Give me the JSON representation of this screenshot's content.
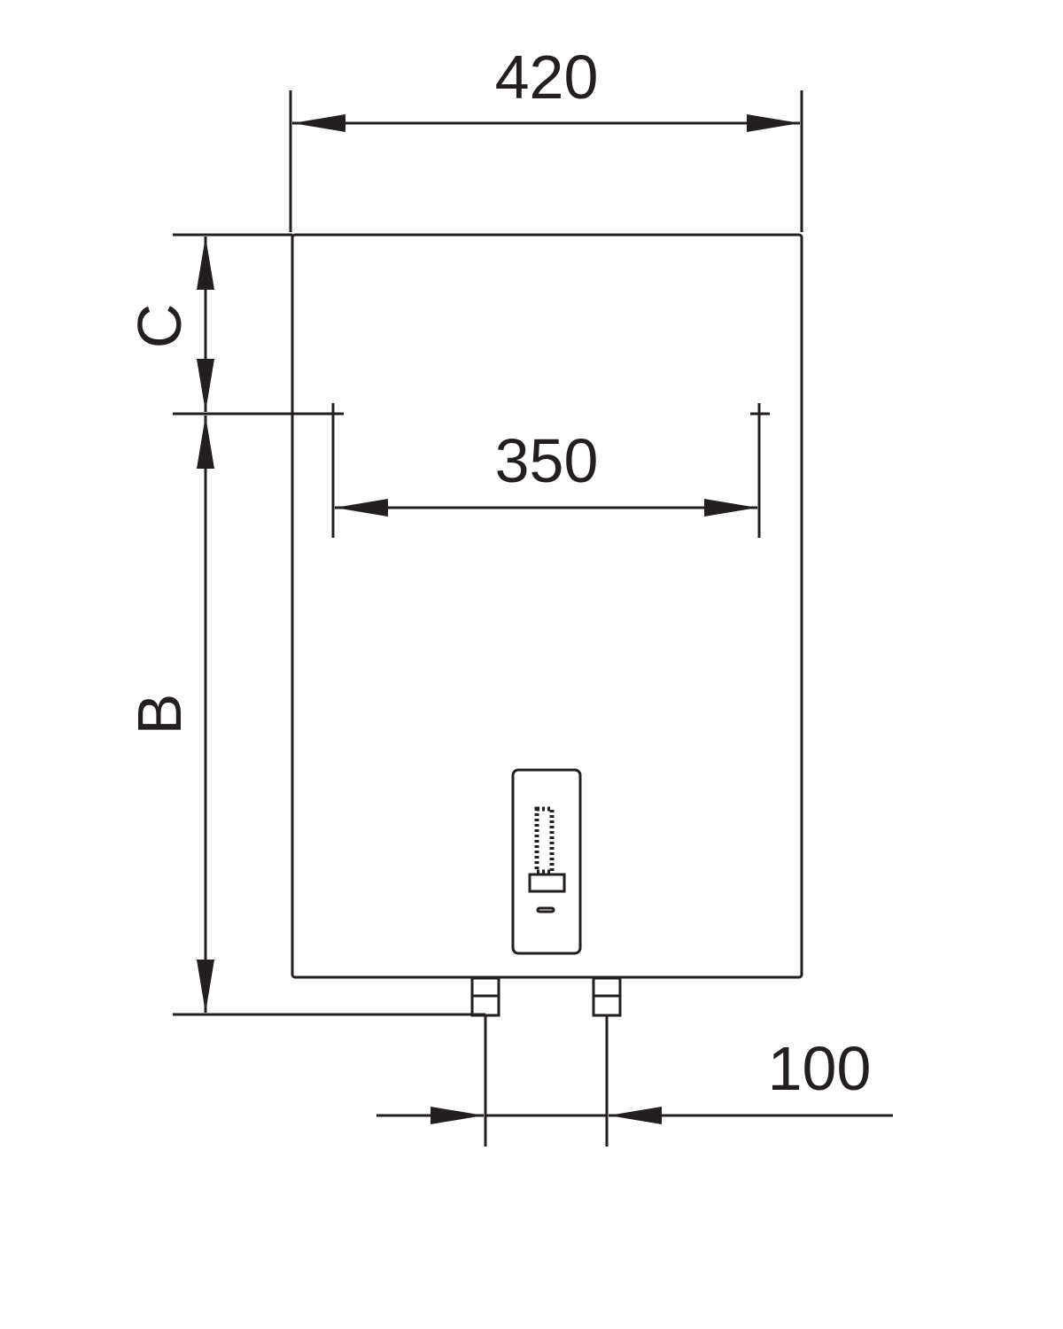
{
  "dimensions": {
    "width_label": "420",
    "mount_spacing_label": "350",
    "pipe_spacing_label": "100",
    "top_offset_label": "C",
    "height_label": "B"
  },
  "colors": {
    "line": "#231f20",
    "background": "#ffffff"
  }
}
